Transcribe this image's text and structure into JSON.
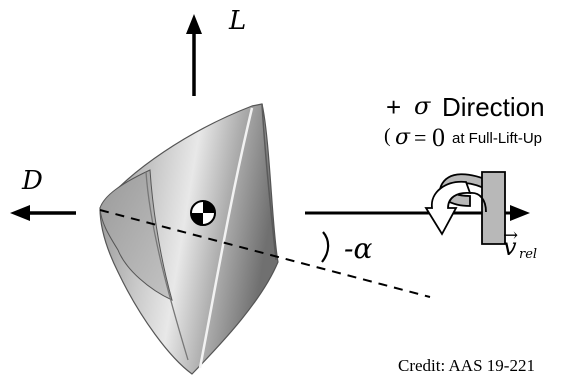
{
  "labels": {
    "lift": "L",
    "drag": "D",
    "alpha": "-α",
    "velocity_base": "v",
    "velocity_vector": "→",
    "velocity_sub": "rel",
    "direction_plus": "+",
    "direction_sigma": "σ",
    "direction_word": "Direction",
    "condition_open": "(",
    "condition_sigma": "σ",
    "condition_eq": "=",
    "condition_zero": "0",
    "condition_text": "at Full-Lift-Up",
    "credit": "Credit: AAS 19-221"
  },
  "colors": {
    "ink": "#000000",
    "capsule_light": "#e4e4e4",
    "capsule_mid": "#a9a9a9",
    "capsule_dark": "#6a6a6a",
    "rotation_arrow_fill": "#b8b8b8"
  }
}
